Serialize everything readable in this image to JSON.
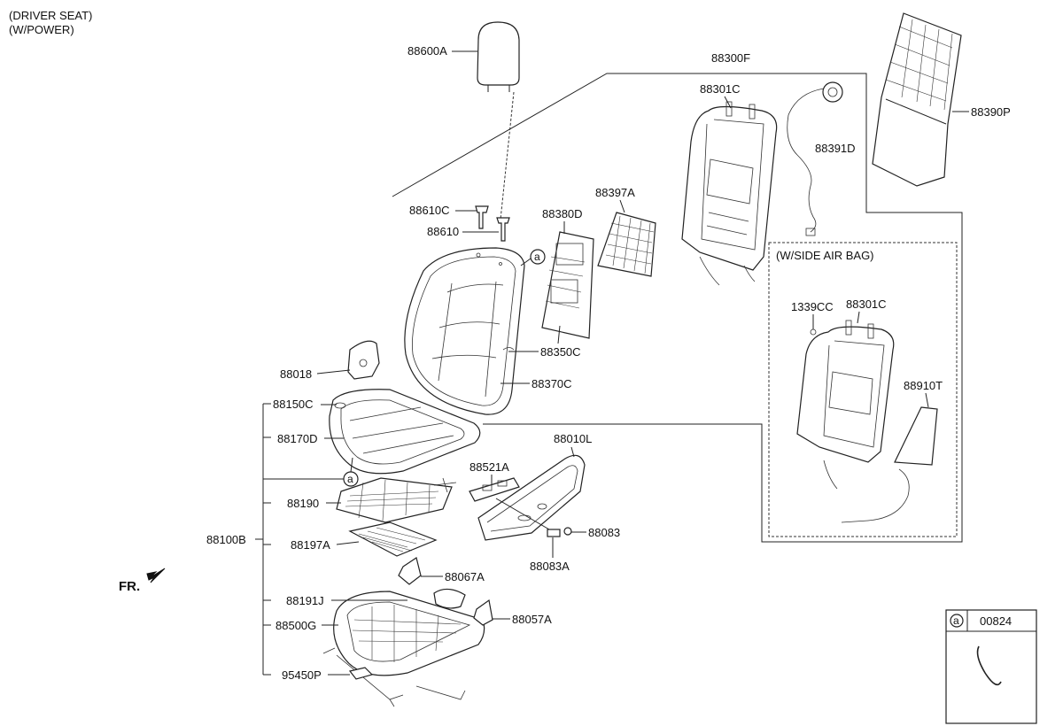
{
  "header": {
    "line1": "(DRIVER SEAT)",
    "line2": "(W/POWER)"
  },
  "parts": {
    "p88600A": "88600A",
    "p88300F": "88300F",
    "p88301C": "88301C",
    "p88391D": "88391D",
    "p88390P": "88390P",
    "p88397A": "88397A",
    "p88380D": "88380D",
    "p88610C": "88610C",
    "p88610": "88610",
    "p88350C": "88350C",
    "p88370C": "88370C",
    "p88018": "88018",
    "p88150C": "88150C",
    "p88170D": "88170D",
    "p88190": "88190",
    "p88197A": "88197A",
    "p88100B": "88100B",
    "p88067A": "88067A",
    "p88191J": "88191J",
    "p88500G": "88500G",
    "p95450P": "95450P",
    "p88057A": "88057A",
    "p88521A": "88521A",
    "p88010L": "88010L",
    "p88083": "88083",
    "p88083A": "88083A"
  },
  "airbag": {
    "title": "(W/SIDE AIR BAG)",
    "p1339CC": "1339CC",
    "p88301C": "88301C",
    "p88910T": "88910T"
  },
  "callout": {
    "ref": "a",
    "part": "00824"
  },
  "direction": {
    "label": "FR."
  },
  "icons": [
    "arrow-front-icon",
    "circle-a-marker-icon"
  ]
}
